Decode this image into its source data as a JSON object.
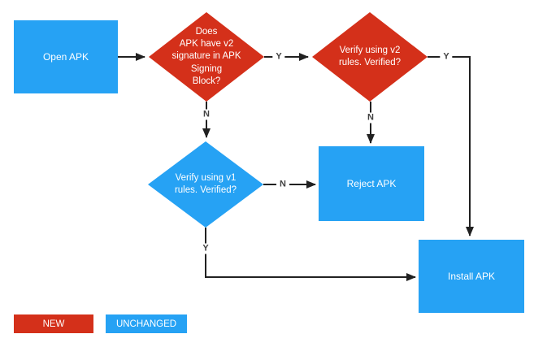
{
  "diagram": {
    "nodes": {
      "open_apk": {
        "label": "Open APK",
        "type": "process",
        "color_key": "unchanged"
      },
      "has_v2_signature": {
        "label": "Does\nAPK have v2\nsignature in APK\nSigning\nBlock?",
        "type": "decision",
        "color_key": "new"
      },
      "verify_v2": {
        "label": "Verify using v2\nrules. Verified?",
        "type": "decision",
        "color_key": "new"
      },
      "verify_v1": {
        "label": "Verify using v1\nrules. Verified?",
        "type": "decision",
        "color_key": "unchanged"
      },
      "reject_apk": {
        "label": "Reject APK",
        "type": "process",
        "color_key": "unchanged"
      },
      "install_apk": {
        "label": "Install APK",
        "type": "process",
        "color_key": "unchanged"
      }
    },
    "edge_labels": {
      "d1_yes": "Y",
      "d1_no": "N",
      "d2_yes": "Y",
      "d2_no": "N",
      "d3_no": "N",
      "d3_yes": "Y"
    },
    "legend": [
      {
        "label": "NEW",
        "color": "#D4301A"
      },
      {
        "label": "UNCHANGED",
        "color": "#26A2F4"
      }
    ],
    "colors": {
      "new": "#D4301A",
      "unchanged": "#26A2F4",
      "connector": "#212121",
      "edge_label_text": "#424242",
      "node_text": "#FFFFFF",
      "background": "#FFFFFF"
    }
  }
}
